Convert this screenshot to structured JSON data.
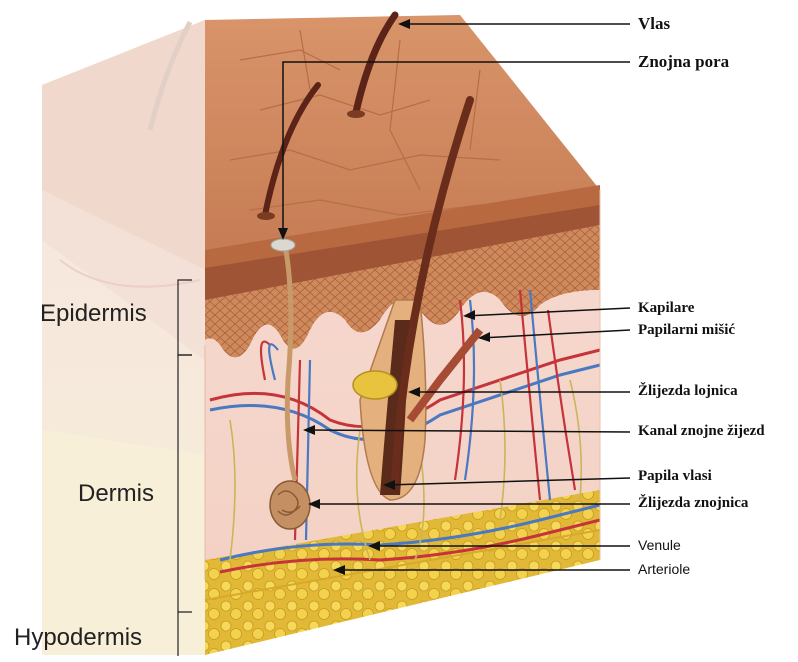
{
  "diagram": {
    "labels": {
      "vlas": "Vlas",
      "znojna_pora": "Znojna pora",
      "kapilare": "Kapilare",
      "papilarni_misic": "Papilarni mišić",
      "zlijezda_lojnica": "Žlijezda lojnica",
      "kanal_znojne": "Kanal znojne žijezd",
      "papila_vlasi": "Papila vlasi",
      "zlijezda_znojnica": "Žlijezda znojnica",
      "venule": "Venule",
      "arteriole": "Arteriole"
    },
    "layers": {
      "epidermis": "Epidermis",
      "dermis": "Dermis",
      "hypodermis": "Hypodermis"
    }
  }
}
